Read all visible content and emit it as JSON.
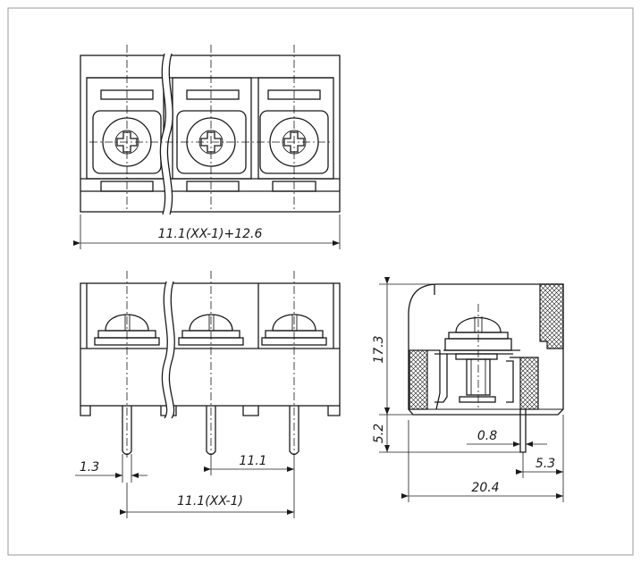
{
  "dimensions": {
    "top_width": "11.1(XX-1)+12.6",
    "pin_diameter": "1.3",
    "pitch": "11.1",
    "pin_span": "11.1(XX-1)",
    "height": "17.3",
    "pin_length": "5.2",
    "pin_thickness": "0.8",
    "pin_offset": "5.3",
    "depth": "20.4"
  },
  "colors": {
    "line": "#1a1a1a",
    "background": "#ffffff",
    "frame": "#9a9a9a"
  }
}
